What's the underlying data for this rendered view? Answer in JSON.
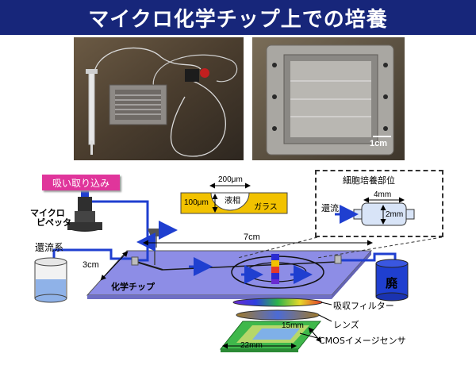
{
  "title": "マイクロ化学チップ上での培養",
  "photos": {
    "left_alt": "",
    "right_scale": "1cm"
  },
  "labels": {
    "suction": "吸い取り込み",
    "micropipette_line1": "マイクロ",
    "micropipette_line2": "ピペッタ",
    "reflux_system": "還流系",
    "chip": "化学チップ",
    "waste": "廃",
    "width_3cm": "3cm",
    "length_7cm": "7cm",
    "cross_200um": "200μm",
    "cross_100um": "100μm",
    "liquid_phase": "液相",
    "glass": "ガラス",
    "cell_culture_site": "細胞培養部位",
    "reflux": "還流",
    "size_4mm": "4mm",
    "size_2mm": "2mm",
    "absorption_filter": "吸収フィルター",
    "lens": "レンズ",
    "cmos_sensor": "CMOSイメージセンサ",
    "sensor_15mm": "15mm",
    "sensor_22mm": "22mm"
  },
  "colors": {
    "title_bg": "#17267a",
    "suction_bg": "#e0359b",
    "chip_fill": "#8d8de6",
    "glass_fill": "#f2c200",
    "flow_arrow": "#1f3fd0",
    "sensor_green": "#3fb84b"
  }
}
